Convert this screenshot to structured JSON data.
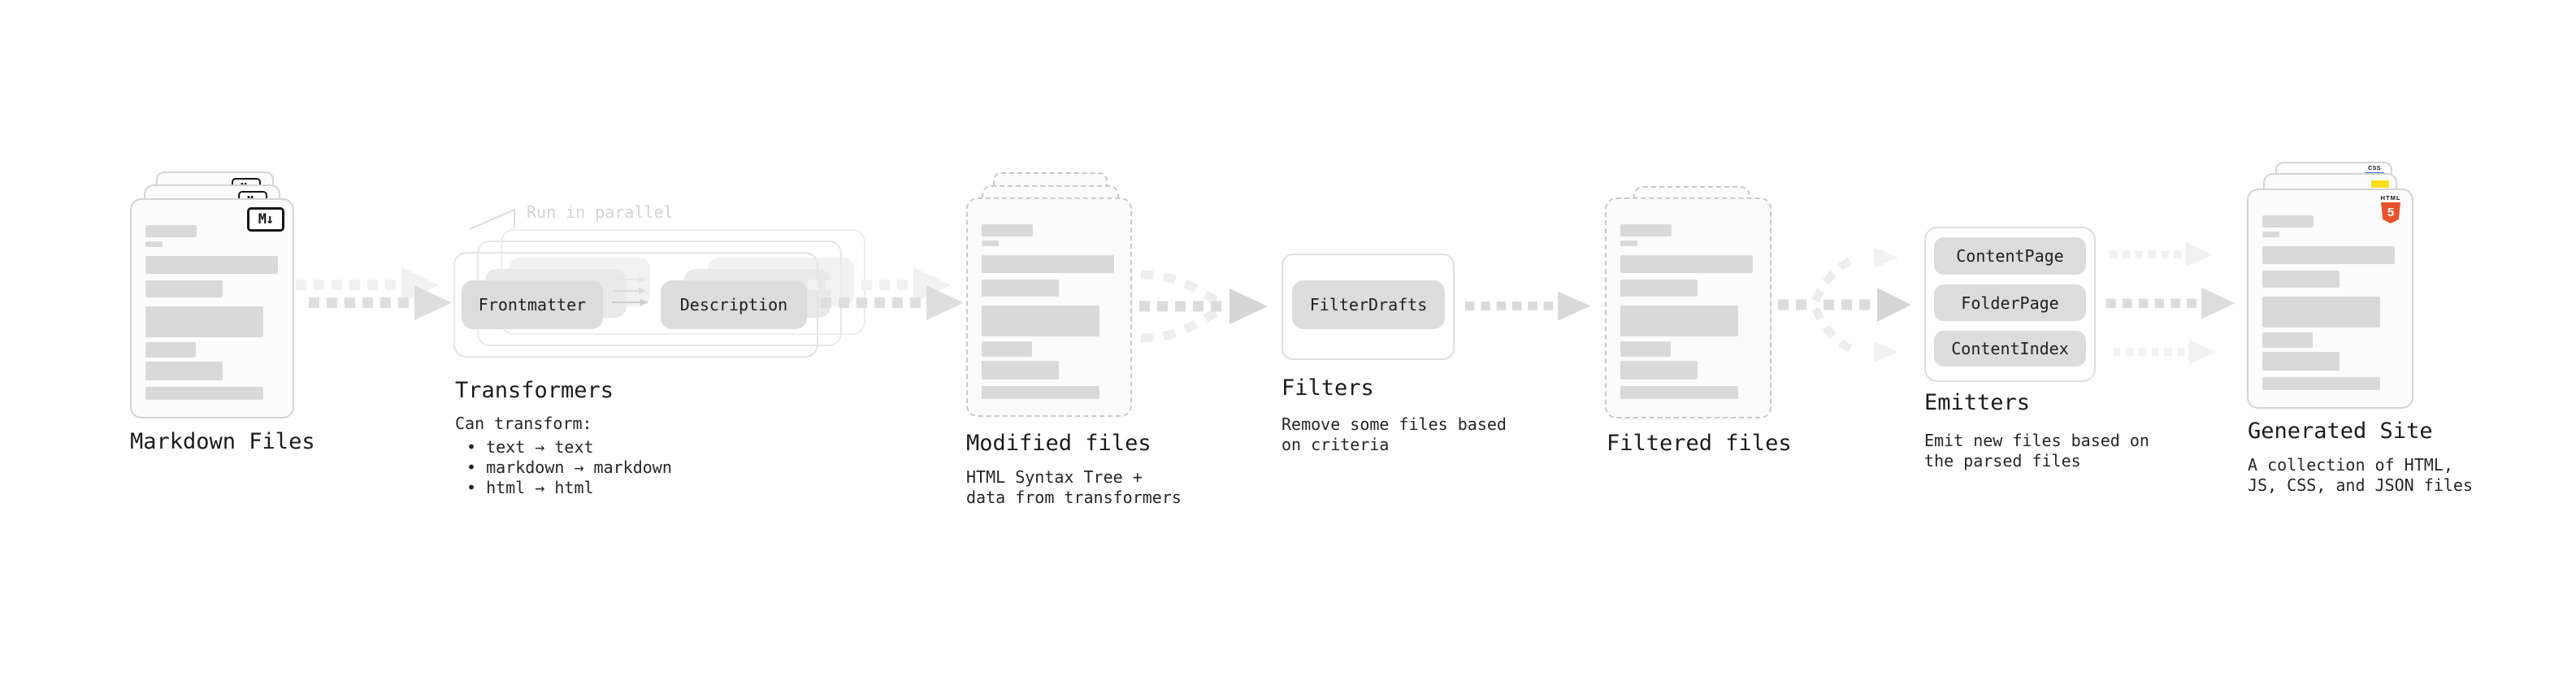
{
  "diagram": {
    "markdown": {
      "label": "Markdown Files",
      "badge": "M↓"
    },
    "transformers": {
      "label": "Transformers",
      "annotation": "Run in parallel",
      "pill_input": "Frontmatter",
      "pill_output": "Description",
      "can_transform_title": "Can transform:",
      "bullets": [
        "• text → text",
        "• markdown → markdown",
        "• html → html"
      ]
    },
    "modified": {
      "label": "Modified files",
      "desc": [
        "HTML Syntax Tree +",
        "data from transformers"
      ]
    },
    "filters": {
      "label": "Filters",
      "pill": "FilterDrafts",
      "desc": [
        "Remove some files based",
        "on criteria"
      ]
    },
    "filtered": {
      "label": "Filtered files"
    },
    "emitters": {
      "label": "Emitters",
      "pills": [
        "ContentPage",
        "FolderPage",
        "ContentIndex"
      ],
      "desc": [
        "Emit new files based on",
        "the parsed files"
      ]
    },
    "generated": {
      "label": "Generated Site",
      "desc": [
        "A collection of HTML,",
        "JS, CSS, and JSON files"
      ],
      "css_badge": "CSS",
      "html_badge_text": "HTML",
      "html_badge_number": "5"
    },
    "colors": {
      "html5_orange": "#e8532c",
      "css_blue": "#2f6fe4",
      "js_yellow": "#f7df1e",
      "pill_gray": "#dcdcdc",
      "bar_gray": "#d9d9d9",
      "arrow_gray": "#dedede",
      "arrow_faint": "#f1f1f1"
    }
  }
}
